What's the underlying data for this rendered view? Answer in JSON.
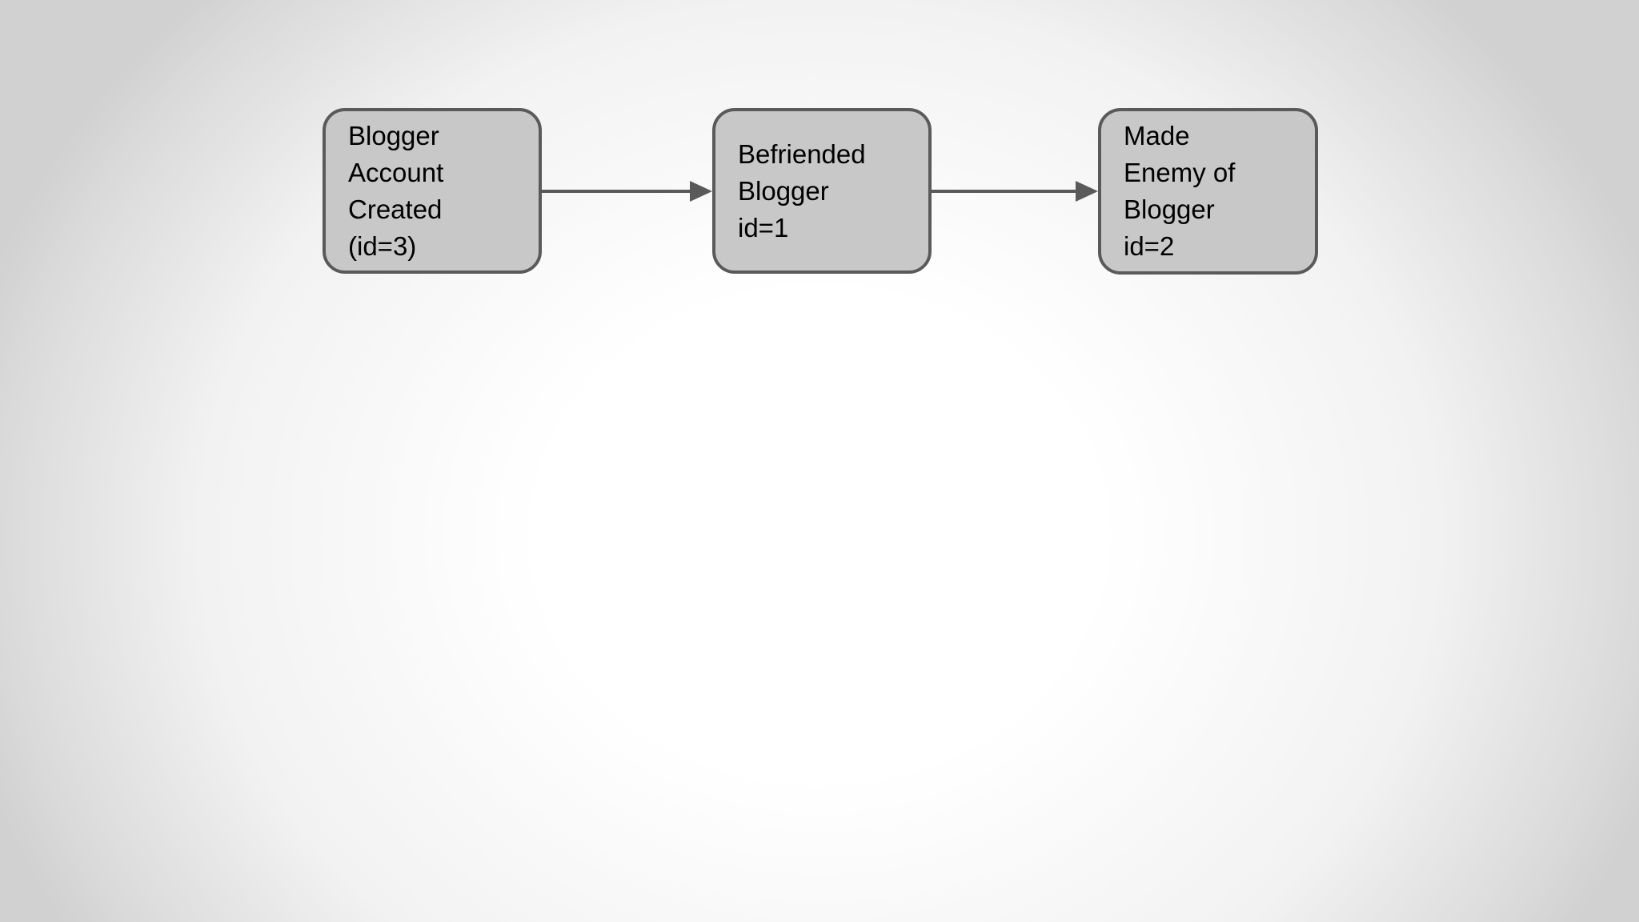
{
  "diagram": {
    "type": "flowchart",
    "nodes": [
      {
        "id": "node-1",
        "label": "Blogger\nAccount\nCreated\n(id=3)",
        "label_flat": "Blogger Account Created (id=3)"
      },
      {
        "id": "node-2",
        "label": "Befriended\nBlogger\nid=1",
        "label_flat": "Befriended Blogger id=1"
      },
      {
        "id": "node-3",
        "label": "Made\nEnemy of\nBlogger\nid=2",
        "label_flat": "Made Enemy of Blogger id=2"
      }
    ],
    "edges": [
      {
        "from": "node-1",
        "to": "node-2",
        "direction": "right"
      },
      {
        "from": "node-2",
        "to": "node-3",
        "direction": "right"
      }
    ],
    "colors": {
      "node_fill": "#c8c8c8",
      "node_border": "#5a5a5a",
      "arrow": "#5a5a5a",
      "text": "#000000",
      "background_center": "#ffffff",
      "background_edge": "#d1d1d1"
    }
  }
}
